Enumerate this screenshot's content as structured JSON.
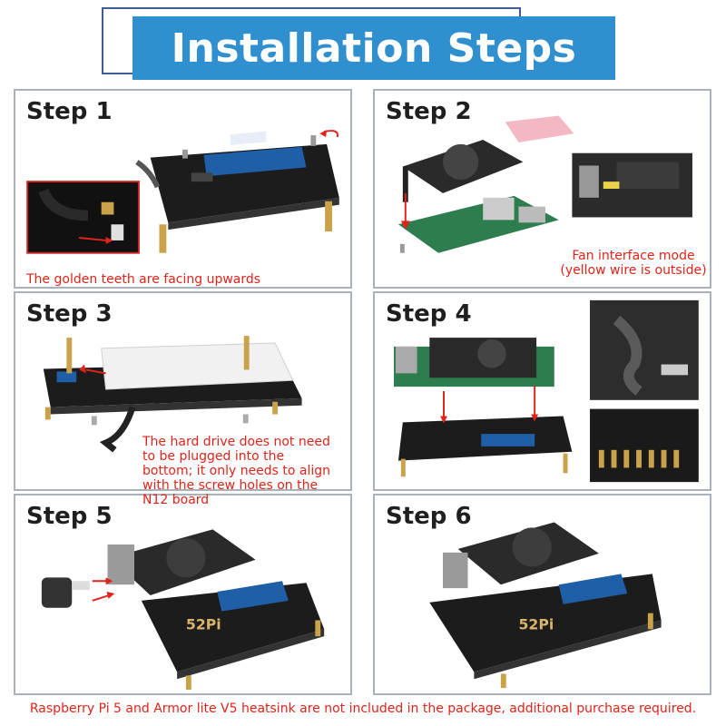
{
  "header": {
    "title": "Installation Steps"
  },
  "steps": [
    {
      "label": "Step 1",
      "note": "The golden teeth are facing upwards"
    },
    {
      "label": "Step 2",
      "note": "Fan interface mode\n(yellow wire is outside)"
    },
    {
      "label": "Step 3",
      "note": "The hard drive does not need to be plugged into the bottom; it only needs to align with the screw holes on the N12 board"
    },
    {
      "label": "Step 4"
    },
    {
      "label": "Step 5"
    },
    {
      "label": "Step 6"
    }
  ],
  "board": {
    "brand": "52Pi"
  },
  "footer": {
    "note": "Raspberry Pi 5 and Armor lite V5 heatsink are not included in the package, additional purchase required."
  },
  "colors": {
    "header_blue": "#2f8fcf",
    "header_frame": "#3f5d9a",
    "note_red": "#e2231a",
    "board_black": "#1c1c1c",
    "pcb_green": "#2e7d4f",
    "brass": "#c9a24a",
    "ssd_blue": "#1f5fa8"
  }
}
